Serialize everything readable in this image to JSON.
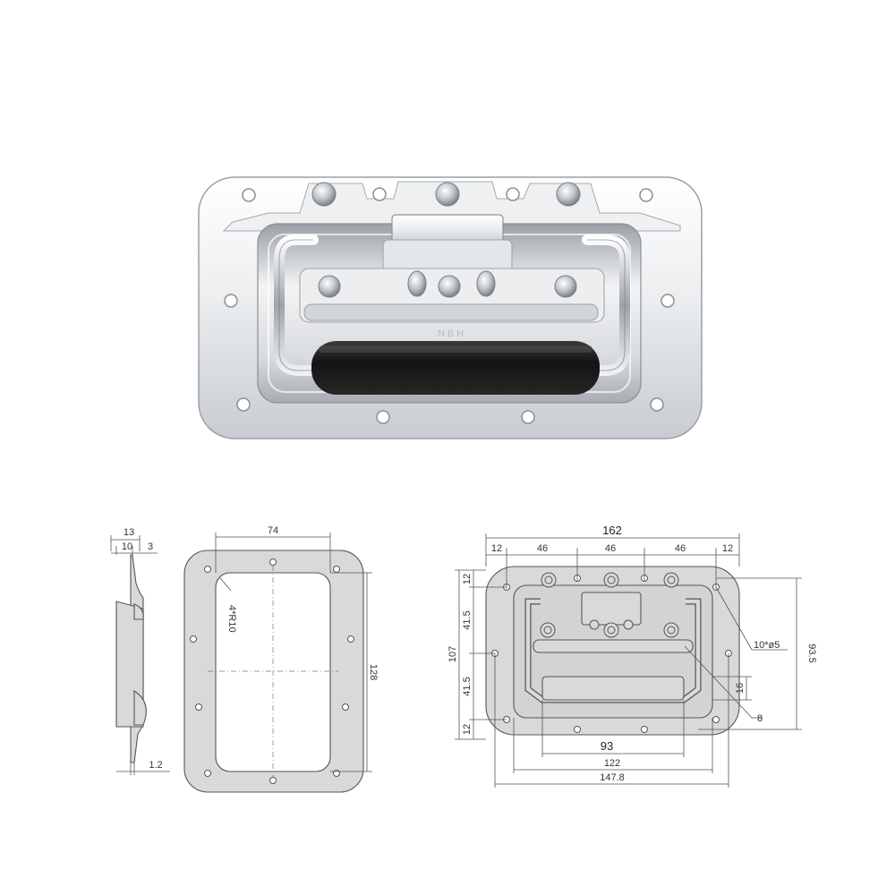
{
  "product": {
    "name": "recessed-spring-handle",
    "embossed_mark": "NBH",
    "colors": {
      "chrome_light": "#f4f5f6",
      "chrome_mid": "#c9cdd2",
      "chrome_dark": "#7d8288",
      "grip": "#1b1b1b",
      "drawing_fill": "#d9d9d9",
      "drawing_line": "#555555"
    }
  },
  "side_view": {
    "dim_total_depth": "13",
    "dim_flange_offset": "10",
    "dim_lip": "3",
    "dim_sheet_thickness": "1.2"
  },
  "cutout_view": {
    "dim_width": "74",
    "dim_height": "128",
    "dim_corner_radius": "4*R10"
  },
  "front_view": {
    "dim_overall_width": "162",
    "dim_top_spacings": [
      "12",
      "46",
      "46",
      "46",
      "12"
    ],
    "dim_left_outer": "107",
    "dim_left_inner": [
      "12",
      "41.5",
      "41.5",
      "12"
    ],
    "dim_overall_height": "93.5",
    "dim_holes": "10*ø5",
    "dim_grip_height": "16",
    "dim_grip_depth": "8",
    "dim_bottom": [
      "93",
      "122",
      "147.8"
    ]
  }
}
